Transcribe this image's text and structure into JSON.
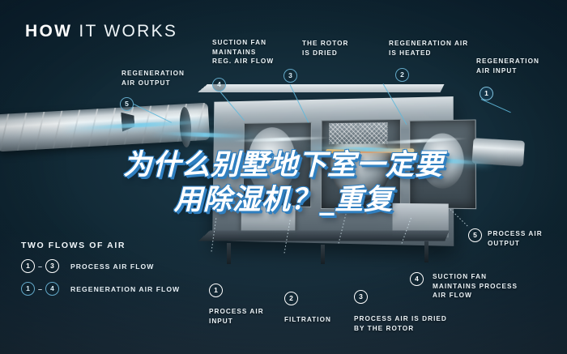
{
  "headline": {
    "strong": "HOW",
    "light": "IT WORKS"
  },
  "overlay": {
    "line1": "为什么别墅地下室一定要",
    "line2": "用除湿机？_重复"
  },
  "callouts": [
    {
      "id": "regeneration-air-output",
      "marker": "5",
      "marker_style": "blue",
      "label": "REGENERATION\nAIR OUTPUT"
    },
    {
      "id": "suction-fan-reg",
      "marker": "4",
      "marker_style": "blue",
      "label": "SUCTION FAN\nMAINTAINS\nREG. AIR FLOW"
    },
    {
      "id": "rotor-is-dried",
      "marker": "3",
      "marker_style": "blue",
      "label": "THE ROTOR\nIS DRIED"
    },
    {
      "id": "regeneration-air-heated",
      "marker": "2",
      "marker_style": "blue",
      "label": "REGENERATION AIR\nIS HEATED"
    },
    {
      "id": "regeneration-air-input",
      "marker": "1",
      "marker_style": "bluefill",
      "label": "REGENERATION\nAIR INPUT"
    },
    {
      "id": "process-air-output",
      "marker": "5",
      "marker_style": "white",
      "label": "PROCESS AIR\nOUTPUT"
    },
    {
      "id": "suction-fan-process",
      "marker": "4",
      "marker_style": "white",
      "label": "SUCTION FAN\nMAINTAINS PROCESS\nAIR FLOW"
    },
    {
      "id": "process-air-dried",
      "marker": "3",
      "marker_style": "white",
      "label": "PROCESS AIR IS DRIED\nBY THE ROTOR"
    },
    {
      "id": "filtration",
      "marker": "2",
      "marker_style": "white",
      "label": "FILTRATION"
    },
    {
      "id": "process-air-input",
      "marker": "1",
      "marker_style": "white",
      "label": "PROCESS AIR\nINPUT"
    }
  ],
  "legend": {
    "title": "TWO FLOWS OF AIR",
    "rows": [
      {
        "from": "1",
        "dash": "–",
        "to": "3",
        "style": "white",
        "label": "PROCESS AIR FLOW"
      },
      {
        "from": "1",
        "dash": "–",
        "to": "4",
        "style": "blue",
        "label": "REGENERATION AIR FLOW"
      }
    ]
  },
  "colors": {
    "background": "#102733",
    "accent_blue": "#63a9c9",
    "flow_blue": "#78cdeb",
    "heat_orange": "#ff8a3c",
    "text": "#eaf2f6",
    "overlay_shadow": "#2f7fc0"
  }
}
